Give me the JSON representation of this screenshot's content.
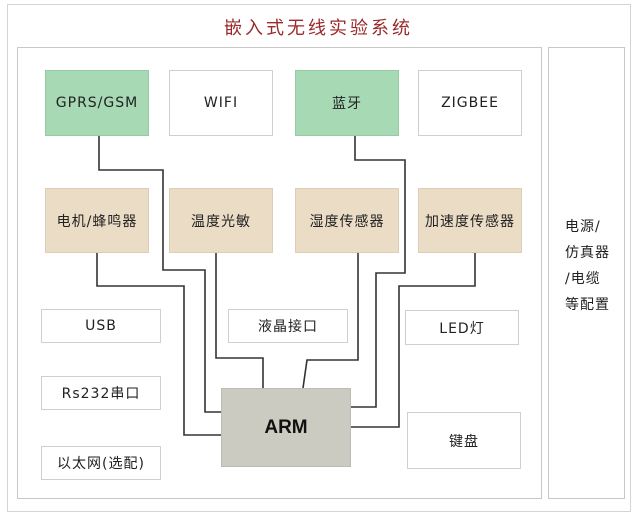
{
  "title": "嵌入式无线实验系统",
  "colors": {
    "title": "#9a2a2a",
    "wireless_module_fill": "#a6d9b4",
    "sensor_module_fill": "#ebdcc6",
    "arm_fill": "#cccbc1",
    "wire": "#333333"
  },
  "wireless_modules": [
    {
      "id": "gprs",
      "label": "GPRS/GSM",
      "highlighted": true
    },
    {
      "id": "wifi",
      "label": "WIFI",
      "highlighted": false
    },
    {
      "id": "bluetooth",
      "label": "蓝牙",
      "highlighted": true
    },
    {
      "id": "zigbee",
      "label": "ZIGBEE",
      "highlighted": false
    }
  ],
  "sensor_modules": [
    {
      "id": "motor",
      "label": "电机/蜂鸣器"
    },
    {
      "id": "temp-light",
      "label": "温度光敏"
    },
    {
      "id": "humidity",
      "label": "湿度传感器"
    },
    {
      "id": "accel",
      "label": "加速度传感器"
    }
  ],
  "interfaces": [
    {
      "id": "usb",
      "label": "USB"
    },
    {
      "id": "rs232",
      "label": "Rs232串口"
    },
    {
      "id": "ethernet",
      "label": "以太网(选配)"
    },
    {
      "id": "lcd",
      "label": "液晶接口"
    },
    {
      "id": "led",
      "label": "LED灯"
    },
    {
      "id": "keyboard",
      "label": "键盘"
    }
  ],
  "core": {
    "label": "ARM"
  },
  "side_panel": {
    "lines": [
      "电源/",
      "仿真器",
      "/电缆",
      "等配置"
    ]
  },
  "connections": [
    {
      "from": "gprs",
      "to": "arm"
    },
    {
      "from": "motor",
      "to": "arm"
    },
    {
      "from": "temp-light",
      "to": "arm"
    },
    {
      "from": "humidity",
      "to": "arm"
    },
    {
      "from": "bluetooth",
      "to": "arm"
    },
    {
      "from": "accel",
      "to": "arm"
    }
  ]
}
